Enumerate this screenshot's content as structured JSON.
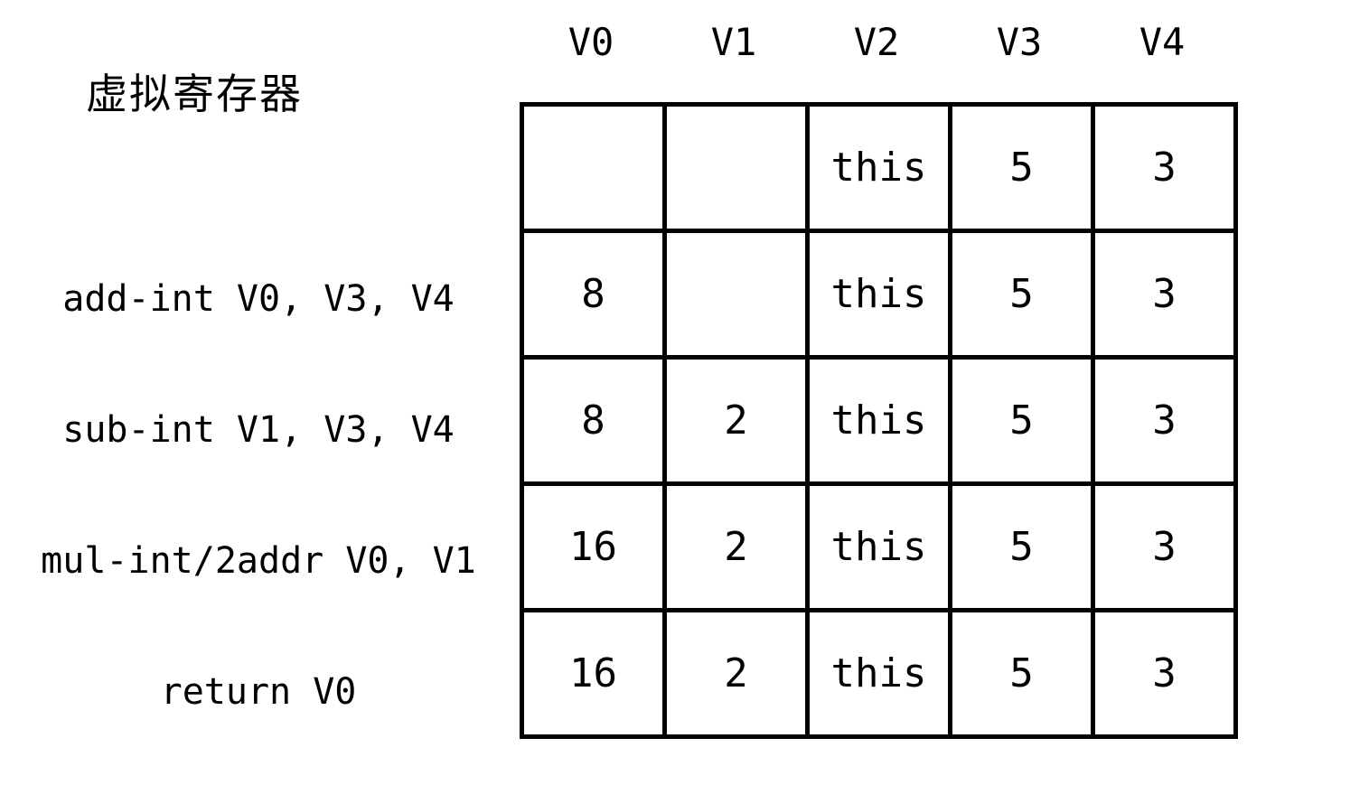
{
  "title": "虚拟寄存器",
  "columns": [
    "V0",
    "V1",
    "V2",
    "V3",
    "V4"
  ],
  "instructions": [
    "add-int V0, V3, V4",
    "sub-int V1, V3, V4",
    "mul-int/2addr V0, V1",
    "return V0"
  ],
  "register_states": [
    [
      "",
      "",
      "this",
      "5",
      "3"
    ],
    [
      "8",
      "",
      "this",
      "5",
      "3"
    ],
    [
      "8",
      "2",
      "this",
      "5",
      "3"
    ],
    [
      "16",
      "2",
      "this",
      "5",
      "3"
    ],
    [
      "16",
      "2",
      "this",
      "5",
      "3"
    ]
  ]
}
